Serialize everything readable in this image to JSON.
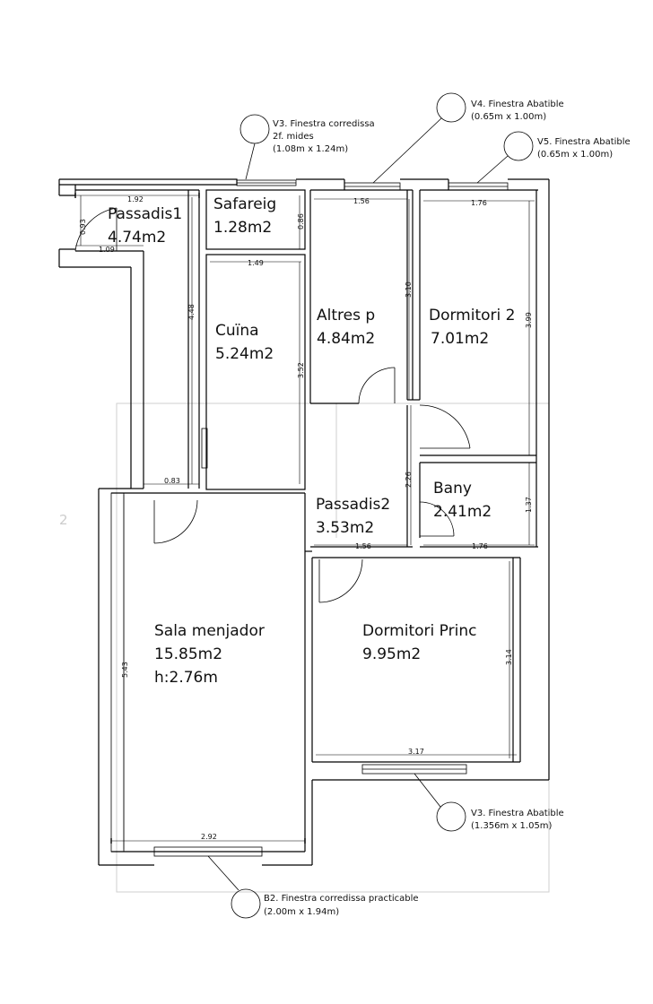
{
  "rooms": {
    "passadis1": {
      "name": "Passadis1",
      "area": "4.74m2"
    },
    "safareig": {
      "name": "Safareig",
      "area": "1.28m2"
    },
    "cuina": {
      "name": "Cuïna",
      "area": "5.24m2"
    },
    "altres": {
      "name": "Altres p",
      "area": "4.84m2"
    },
    "dormitori2": {
      "name": "Dormitori 2",
      "area": "7.01m2"
    },
    "bany": {
      "name": "Bany",
      "area": "2.41m2"
    },
    "passadis2": {
      "name": "Passadis2",
      "area": "3.53m2"
    },
    "sala": {
      "name": "Sala menjador",
      "area": "15.85m2",
      "height": "h:2.76m"
    },
    "dormitori_princ": {
      "name": "Dormitori Princ",
      "area": "9.95m2"
    }
  },
  "dimensions": {
    "d192": "1.92",
    "d093": "0.93",
    "d109": "1.09",
    "d086": "0.86",
    "d156_top": "1.56",
    "d176_top": "1.76",
    "d149": "1.49",
    "d310": "3.10",
    "d399": "3.99",
    "d448": "4.48",
    "d352": "3.52",
    "d083": "0.83",
    "d226": "2.26",
    "d137": "1.37",
    "d156_mid": "1.56",
    "d176_mid": "1.76",
    "d543": "5.43",
    "d314": "3.14",
    "d317": "3.17",
    "d292": "2.92"
  },
  "windows": {
    "v3_top": {
      "line1": "V3. Finestra corredissa",
      "line2": "2f. mides",
      "line3": "(1.08m x 1.24m)"
    },
    "v4": {
      "line1": "V4. Finestra Abatible",
      "line2": "(0.65m x 1.00m)"
    },
    "v5": {
      "line1": "V5. Finestra Abatible",
      "line2": "(0.65m x 1.00m)"
    },
    "v3_bottom": {
      "line1": "V3. Finestra Abatible",
      "line2": "(1.356m x 1.05m)"
    },
    "b2": {
      "line1": "B2. Finestra corredissa practicable",
      "line2": "(2.00m x 1.94m)"
    }
  },
  "fragment": "2"
}
